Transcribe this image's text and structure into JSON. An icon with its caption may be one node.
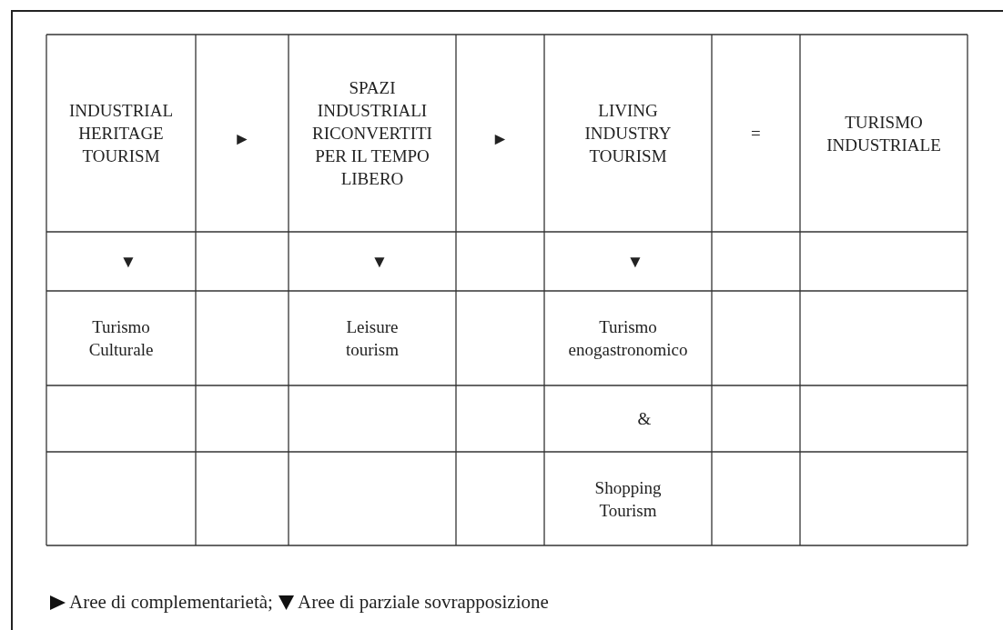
{
  "diagram": {
    "nodes": [
      {
        "text": [
          "INDUSTRIAL HERITAGE TOURISM"
        ]
      },
      {
        "text": [
          "SPAZI INDUSTRIALI RICONVERTITI PER IL TEMPO LIBERO"
        ]
      },
      {
        "text": [
          "LIVING INDUSTRY TOURISM"
        ]
      },
      {
        "text": [
          "TURISMO INDUSTRIALE"
        ]
      },
      {
        "text": [
          "Turismo Culturale"
        ]
      },
      {
        "text": [
          "Leisure tourism"
        ]
      },
      {
        "text": [
          "Turismo enogastronomico"
        ]
      },
      {
        "text": [
          "Shopping Tourism"
        ]
      }
    ],
    "labels": [
      "►",
      "►",
      "=",
      "▼",
      "▼",
      "▼",
      "&"
    ],
    "legend": [
      {
        "text": "Aree di complementarietà;"
      },
      {
        "text": "Aree di parziale sovrapposizione"
      }
    ]
  }
}
